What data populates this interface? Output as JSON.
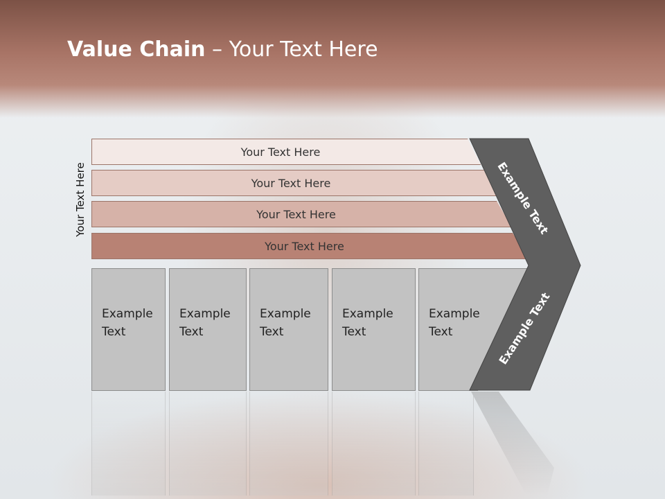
{
  "title": {
    "bold": "Value Chain",
    "rest": " – Your Text Here"
  },
  "side_label": "Your Text Here",
  "bars": [
    {
      "label": "Your Text Here"
    },
    {
      "label": "Your Text Here"
    },
    {
      "label": "Your Text Here"
    },
    {
      "label": "Your Text Here"
    }
  ],
  "boxes": [
    {
      "line1": "Example",
      "line2": "Text"
    },
    {
      "line1": "Example",
      "line2": "Text"
    },
    {
      "line1": "Example",
      "line2": "Text"
    },
    {
      "line1": "Example",
      "line2": "Text"
    },
    {
      "line1": "Example",
      "line2": "Text"
    }
  ],
  "chevron": {
    "top": "Example Text",
    "bottom": "Example Text"
  },
  "colors": {
    "header": "#a87466",
    "chevron": "#5f5f5f",
    "box": "#c2c2c2"
  }
}
